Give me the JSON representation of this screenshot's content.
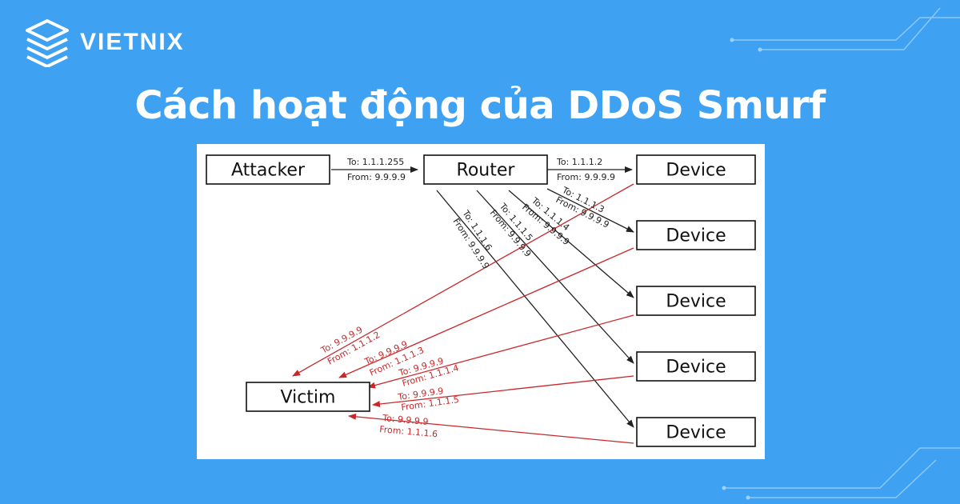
{
  "brand": {
    "name": "VIETNIX",
    "logo_icon": "stacked-layers-icon"
  },
  "title": "Cách hoạt động của DDoS Smurf",
  "colors": {
    "background": "#3ea1f2",
    "request_arrow": "#222222",
    "reply_arrow": "#c8282a"
  },
  "diagram": {
    "nodes": {
      "attacker": "Attacker",
      "router": "Router",
      "victim": "Victim",
      "device_1": "Device",
      "device_2": "Device",
      "device_3": "Device",
      "device_4": "Device",
      "device_5": "Device"
    },
    "attacker_to_router": {
      "to": "To: 1.1.1.255",
      "from": "From: 9.9.9.9"
    },
    "router_to_devices": [
      {
        "to": "To: 1.1.1.2",
        "from": "From: 9.9.9.9"
      },
      {
        "to": "To: 1.1.1.3",
        "from": "From: 9.9.9.9"
      },
      {
        "to": "To: 1.1.1.4",
        "from": "From: 9.9.9.9"
      },
      {
        "to": "To: 1.1.1.5",
        "from": "From: 9.9.9.9"
      },
      {
        "to": "To: 1.1.1.6",
        "from": "From: 9.9.9.9"
      }
    ],
    "replies_to_victim": [
      {
        "to": "To: 9.9.9.9",
        "from": "From: 1.1.1.2"
      },
      {
        "to": "To: 9.9.9.9",
        "from": "From: 1.1.1.3"
      },
      {
        "to": "To: 9.9.9.9",
        "from": "From: 1.1.1.4"
      },
      {
        "to": "To: 9.9.9.9",
        "from": "From: 1.1.1.5"
      },
      {
        "to": "To: 9.9.9.9",
        "from": "From: 1.1.1.6"
      }
    ]
  }
}
